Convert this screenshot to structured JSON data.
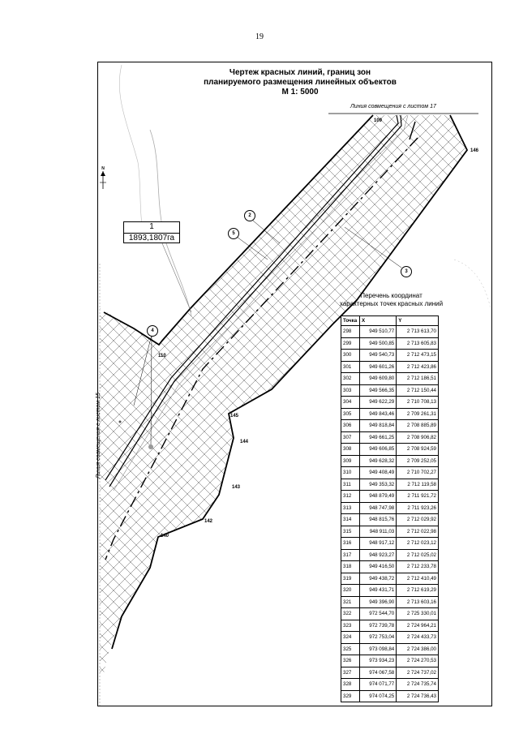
{
  "page_number": "19",
  "title": {
    "line1": "Чертеж красных линий, границ зон",
    "line2": "планируемого размещения линейных объектов",
    "line3": "М 1: 5000"
  },
  "sheet_labels": {
    "top": "Линия совмещения с листом 17",
    "left": "Линия совмещения с листом 15"
  },
  "zone": {
    "number": "1",
    "area": "1893,1807га"
  },
  "north_label": "N",
  "point_labels": [
    "109",
    "146",
    "110",
    "145",
    "144",
    "143",
    "142",
    "140"
  ],
  "callouts": [
    "2",
    "5",
    "3",
    "4"
  ],
  "table": {
    "title_line1": "Перечень координат",
    "title_line2": "характерных точек красных линий",
    "headers": [
      "Точка",
      "X",
      "Y"
    ],
    "rows": [
      [
        "298",
        "949 510,77",
        "2 713 613,70"
      ],
      [
        "299",
        "949 500,85",
        "2 713 605,83"
      ],
      [
        "300",
        "949 540,73",
        "2 712 473,15"
      ],
      [
        "301",
        "949 601,26",
        "2 712 423,86"
      ],
      [
        "302",
        "949 609,80",
        "2 712 186,51"
      ],
      [
        "303",
        "949 566,35",
        "2 712 150,44"
      ],
      [
        "304",
        "949 622,29",
        "2 710 708,13"
      ],
      [
        "305",
        "949 843,46",
        "2 709 261,31"
      ],
      [
        "306",
        "949 818,84",
        "2 708 885,89"
      ],
      [
        "307",
        "949 661,25",
        "2 708 906,82"
      ],
      [
        "308",
        "949 606,85",
        "2 708 924,59"
      ],
      [
        "309",
        "949 628,32",
        "2 709 252,05"
      ],
      [
        "310",
        "949 408,49",
        "2 710 702,27"
      ],
      [
        "311",
        "949 353,32",
        "2 712 119,58"
      ],
      [
        "312",
        "948 879,49",
        "2 711 921,72"
      ],
      [
        "313",
        "948 747,98",
        "2 711 923,26"
      ],
      [
        "314",
        "948 815,76",
        "2 712 029,92"
      ],
      [
        "315",
        "948 911,03",
        "2 712 022,98"
      ],
      [
        "316",
        "948 917,12",
        "2 712 023,12"
      ],
      [
        "317",
        "948 923,27",
        "2 712 025,02"
      ],
      [
        "318",
        "949 416,50",
        "2 712 233,78"
      ],
      [
        "319",
        "949 438,72",
        "2 712 410,49"
      ],
      [
        "320",
        "949 431,71",
        "2 712 619,29"
      ],
      [
        "321",
        "949 396,90",
        "2 713 603,16"
      ],
      [
        "322",
        "972 544,70",
        "2 725 330,01"
      ],
      [
        "323",
        "972 739,78",
        "2 724 964,21"
      ],
      [
        "324",
        "972 753,04",
        "2 724 433,73"
      ],
      [
        "325",
        "973 098,84",
        "2 724 386,00"
      ],
      [
        "326",
        "973 934,23",
        "2 724 270,53"
      ],
      [
        "327",
        "974 067,58",
        "2 724 737,02"
      ],
      [
        "328",
        "974 071,77",
        "2 724 735,74"
      ],
      [
        "329",
        "974 074,25",
        "2 724 736,43"
      ]
    ]
  }
}
